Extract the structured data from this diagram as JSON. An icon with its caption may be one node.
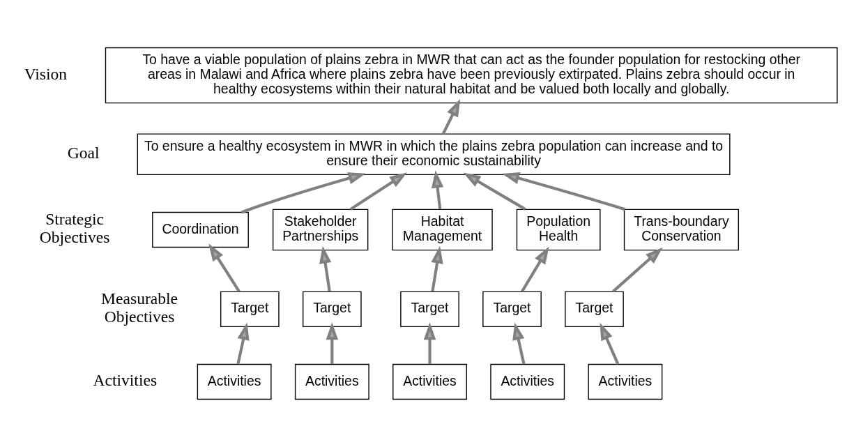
{
  "diagram": {
    "nodes": [
      {
        "text": [
          "To have a viable population of plains zebra in MWR that can act as the founder population for restocking other areas in Malawi and Africa where plains zebra have been previously extirpated. Plains zebra should occur in healthy ecosystems within their natural habitat and be valued both locally and globally."
        ]
      },
      {
        "text": [
          "To ensure a healthy ecosystem in MWR in which the plains zebra population can increase and to ensure their economic sustainability"
        ]
      },
      {
        "text": [
          "Coordination"
        ]
      },
      {
        "text": [
          "Stakeholder Partnerships"
        ]
      },
      {
        "text": [
          "Habitat Management"
        ]
      },
      {
        "text": [
          "Population Health"
        ]
      },
      {
        "text": [
          "Trans-boundary Conservation"
        ]
      },
      {
        "text": [
          "Target"
        ]
      },
      {
        "text": [
          "Target"
        ]
      },
      {
        "text": [
          "Target"
        ]
      },
      {
        "text": [
          "Target"
        ]
      },
      {
        "text": [
          "Target"
        ]
      },
      {
        "text": [
          "Activities"
        ]
      },
      {
        "text": [
          "Activities"
        ]
      },
      {
        "text": [
          "Activities"
        ]
      },
      {
        "text": [
          "Activities"
        ]
      },
      {
        "text": [
          "Activities"
        ]
      }
    ],
    "edges": [
      {
        "from": 1,
        "to": 0,
        "arrow": "to"
      },
      {
        "from": 2,
        "to": 1,
        "arrow": "to"
      },
      {
        "from": 3,
        "to": 1,
        "arrow": "to"
      },
      {
        "from": 4,
        "to": 1,
        "arrow": "to"
      },
      {
        "from": 5,
        "to": 1,
        "arrow": "to"
      },
      {
        "from": 6,
        "to": 1,
        "arrow": "to"
      },
      {
        "from": 7,
        "to": 2,
        "arrow": "to"
      },
      {
        "from": 8,
        "to": 3,
        "arrow": "to"
      },
      {
        "from": 9,
        "to": 4,
        "arrow": "to"
      },
      {
        "from": 10,
        "to": 5,
        "arrow": "to"
      },
      {
        "from": 11,
        "to": 6,
        "arrow": "to"
      },
      {
        "from": 12,
        "to": 7,
        "arrow": "to"
      },
      {
        "from": 13,
        "to": 8,
        "arrow": "to"
      },
      {
        "from": 14,
        "to": 9,
        "arrow": "to"
      },
      {
        "from": 15,
        "to": 10,
        "arrow": "to"
      },
      {
        "from": 16,
        "to": 11,
        "arrow": "to"
      }
    ],
    "labels": [
      "Vision",
      "Goal",
      "Strategic Objectives",
      "Measurable Objectives",
      "Activities"
    ]
  }
}
